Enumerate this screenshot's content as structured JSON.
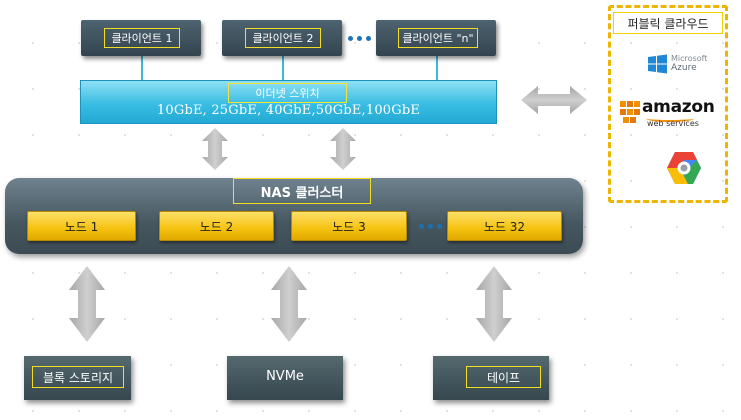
{
  "clients": [
    {
      "label": "클라이언트 1"
    },
    {
      "label": "클라이언트 2"
    },
    {
      "label": "클라이언트 \"n\""
    }
  ],
  "switch": {
    "label": "이더넷 스위치",
    "speeds": "10GbE, 25GbE, 40GbE,50GbE,100GbE"
  },
  "nas": {
    "label": "NAS 클러스터",
    "nodes": [
      "노드 1",
      "노드 2",
      "노드 3",
      "노드 32"
    ]
  },
  "storage": [
    {
      "label": "블록 스토리지"
    },
    {
      "label": "NVMe"
    },
    {
      "label": "테이프"
    }
  ],
  "public_cloud": {
    "label": "퍼블릭 클라우드",
    "providers": [
      {
        "icon": "microsoft-azure-logo",
        "line1": "Microsoft",
        "line2": "Azure"
      },
      {
        "icon": "amazon-web-services-logo",
        "line1": "amazon",
        "line2": "web services"
      },
      {
        "icon": "google-cloud-logo"
      }
    ]
  },
  "colors": {
    "switch": "#39bde3",
    "node": "#f4c20f",
    "nas": "#4e5f69",
    "highlight_border": "#f3dd22",
    "cloud_border": "#eeb500",
    "arrow": "#b5b5b5"
  }
}
